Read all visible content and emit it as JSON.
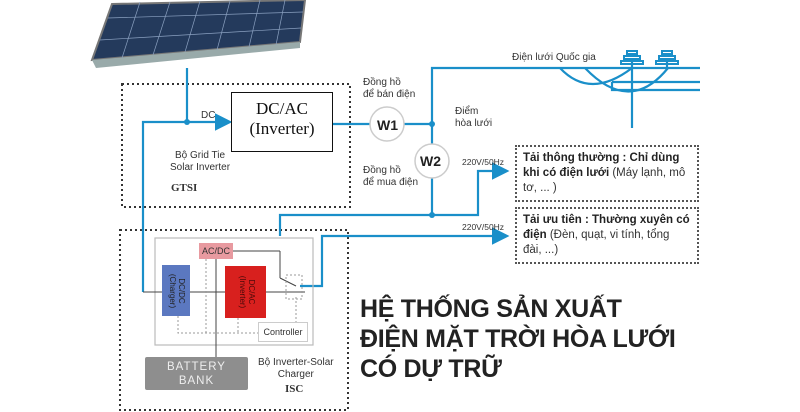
{
  "gtsi": {
    "dc_label": "DC",
    "inverter_line1": "DC/AC",
    "inverter_line2": "(Inverter)",
    "name_line1": "Bộ Grid Tie",
    "name_line2": "Solar  Inverter",
    "code": "GTSI"
  },
  "meters": {
    "w1": "W1",
    "w2": "W2",
    "sell_line1": "Đồng hồ",
    "sell_line2": "để bán điện",
    "buy_line1": "Đồng hồ",
    "buy_line2": "để mua điện",
    "junction_line1": "Điểm",
    "junction_line2": "hòa lưới"
  },
  "grid": {
    "label": "Điện lưới Quốc gia"
  },
  "outputs": [
    {
      "voltage": "220V/50Hz",
      "bold": "Tải thông thường : Chỉ dùng khi có điện lưới",
      "normal": " (Máy lạnh, mô tơ, ... )"
    },
    {
      "voltage": "220V/50Hz",
      "bold": "Tải ưu tiên : Thường xuyên có điện",
      "normal": " (Đèn, quạt, vi tính, tổng đài, ...)"
    }
  ],
  "isc": {
    "acdc": "AC/DC",
    "dcdc_line1": "DC/DC",
    "dcdc_line2": "(Charger)",
    "dcac_line1": "DC/AC",
    "dcac_line2": "(Inverter)",
    "controller": "Controller",
    "battery_line1": "BATTERY",
    "battery_line2": "BANK",
    "name_line1": "Bộ Inverter-Solar",
    "name_line2": "Charger",
    "code": "ISC"
  },
  "title": {
    "line1": "HỆ THỐNG SẢN XUẤT",
    "line2": "ĐIỆN MẶT TRỜI HÒA LƯỚI",
    "line3": "CÓ DỰ TRỮ"
  },
  "colors": {
    "wire": "#1a8fc9",
    "dcdc": "#5b78c0",
    "dcac": "#d8201e",
    "acdc": "#e89aa0",
    "battery": "#8e8e8e"
  }
}
